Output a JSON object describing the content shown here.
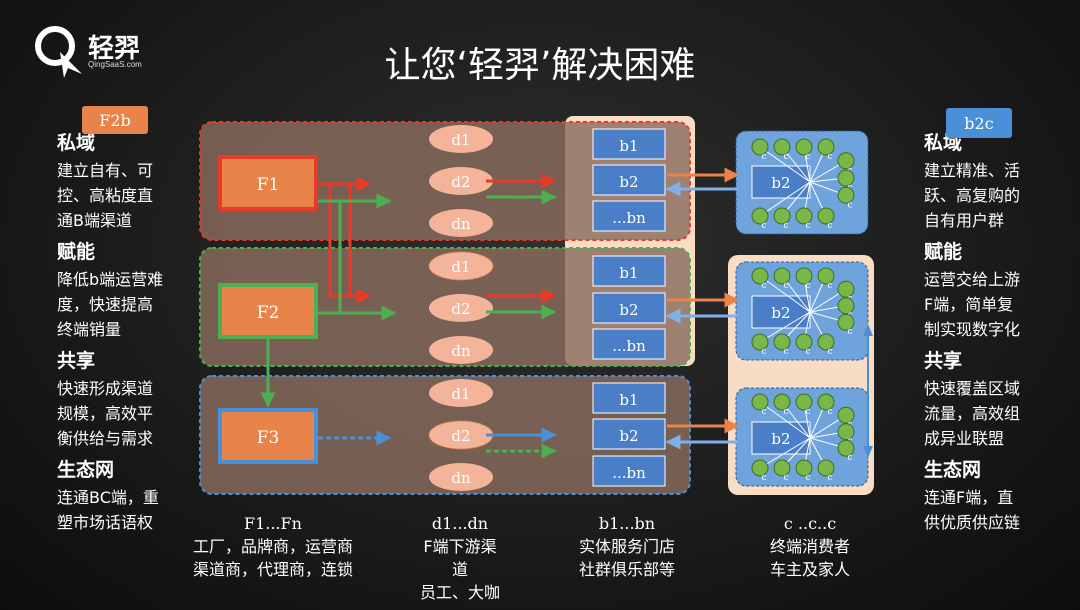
{
  "logo": {
    "name": "轻羿",
    "subtitle": "QingSaaS.com"
  },
  "title": "让您‘轻羿’解决困难",
  "tags": {
    "f2b": "F2b",
    "b2c": "b2c"
  },
  "left_panel": [
    {
      "heading": "私域",
      "text": [
        "建立自有、可",
        "控、高粘度直",
        "通B端渠道"
      ]
    },
    {
      "heading": "赋能",
      "text": [
        "降低b端运营难",
        "度，快速提高",
        "终端销量"
      ]
    },
    {
      "heading": "共享",
      "text": [
        "快速形成渠道",
        "规模，高效平",
        "衡供给与需求"
      ]
    },
    {
      "heading": "生态网",
      "text": [
        "连通BC端，重",
        "塑市场话语权"
      ]
    }
  ],
  "right_panel": [
    {
      "heading": "私域",
      "text": [
        "建立精准、活",
        "跃、高复购的",
        "自有用户群"
      ]
    },
    {
      "heading": "赋能",
      "text": [
        "运营交给上游",
        "F端，简单复",
        "制实现数字化"
      ]
    },
    {
      "heading": "共享",
      "text": [
        "快速覆盖区域",
        "流量，高效组",
        "成异业联盟"
      ]
    },
    {
      "heading": "生态网",
      "text": [
        "连通F端，直",
        "供优质供应链"
      ]
    }
  ],
  "diagram": {
    "factories": [
      "F1",
      "F2",
      "F3"
    ],
    "distributors": [
      "d1",
      "d2",
      "dn"
    ],
    "stores": [
      "b1",
      "b2",
      "...bn"
    ],
    "hub": "b2",
    "consumer": "c"
  },
  "bottom_labels": [
    {
      "code": "F1...Fn",
      "lines": [
        "工厂，品牌商，运营商",
        "渠道商，代理商，连锁"
      ]
    },
    {
      "code": "d1...dn",
      "lines": [
        "F端下游渠",
        "道",
        "员工、大咖"
      ]
    },
    {
      "code": "b1...bn",
      "lines": [
        "实体服务门店",
        "社群俱乐部等"
      ]
    },
    {
      "code": "c ..c..c",
      "lines": [
        "终端消费者",
        "车主及家人"
      ]
    }
  ],
  "colors": {
    "orange": "#e8834a",
    "red": "#e83a26",
    "green": "#4caf50",
    "blue": "#4a90d9",
    "store_blue": "#4a7fc8",
    "hub_blue": "#6fa3dc",
    "consumer_green": "#7ab648"
  }
}
